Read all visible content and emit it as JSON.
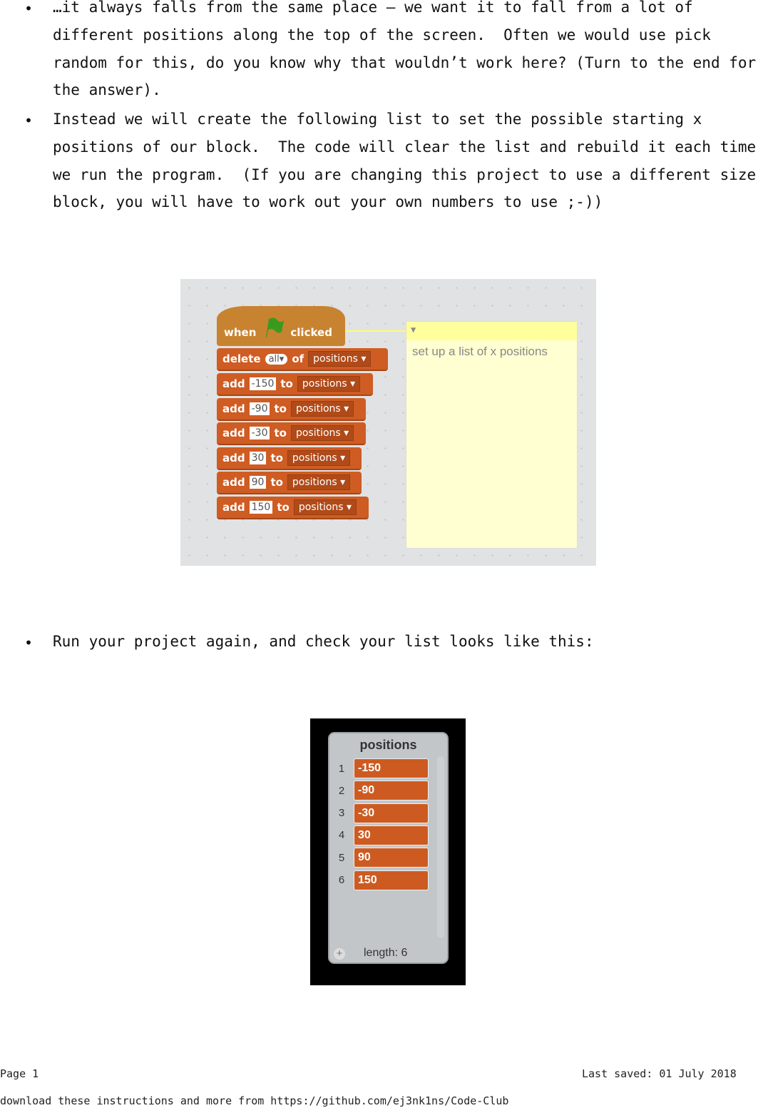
{
  "bullets": [
    {
      "lines": [
        "…it always falls from the same place – we want it to fall from a lot of",
        "different positions along the top of the screen.  Often we would use pick",
        "random for this, do you know why that wouldn’t work here? (Turn to the end for",
        "the answer)."
      ]
    },
    {
      "lines": [
        "Instead we will create the following list to set the possible starting x",
        "positions of our block.  The code will clear the list and rebuild it each time",
        "we run the program.  (If you are changing this project to use a different size",
        "block, you will have to work out your own numbers to use ;-))"
      ]
    },
    {
      "lines": [
        "Run your project again, and check your list looks like this:"
      ]
    }
  ],
  "bullet_symbol": "•",
  "script": {
    "hat": {
      "when": "when",
      "clicked": "clicked",
      "icon": "green-flag-icon"
    },
    "delete": {
      "label": "delete",
      "option": "all",
      "of": "of",
      "list": "positions"
    },
    "adds": [
      {
        "label": "add",
        "value": "-150",
        "to": "to",
        "list": "positions"
      },
      {
        "label": "add",
        "value": "-90",
        "to": "to",
        "list": "positions"
      },
      {
        "label": "add",
        "value": "-30",
        "to": "to",
        "list": "positions"
      },
      {
        "label": "add",
        "value": "30",
        "to": "to",
        "list": "positions"
      },
      {
        "label": "add",
        "value": "90",
        "to": "to",
        "list": "positions"
      },
      {
        "label": "add",
        "value": "150",
        "to": "to",
        "list": "positions"
      }
    ],
    "comment": "set up a list of x positions"
  },
  "list_monitor": {
    "title": "positions",
    "items": [
      {
        "index": "1",
        "value": "-150"
      },
      {
        "index": "2",
        "value": "-90"
      },
      {
        "index": "3",
        "value": "-30"
      },
      {
        "index": "4",
        "value": "30"
      },
      {
        "index": "5",
        "value": "90"
      },
      {
        "index": "6",
        "value": "150"
      }
    ],
    "length": "length: 6",
    "add_symbol": "+"
  },
  "footer": {
    "page": "Page 1",
    "saved": "Last saved: 01 July 2018",
    "download": "download these instructions and more from https://github.com/ej3nk1ns/Code-Club"
  },
  "colors": {
    "block_orange": "#cf5c23",
    "hat_brown": "#c88330",
    "flag_green": "#3a9a1e",
    "comment_yellow": "#ffffd2"
  }
}
